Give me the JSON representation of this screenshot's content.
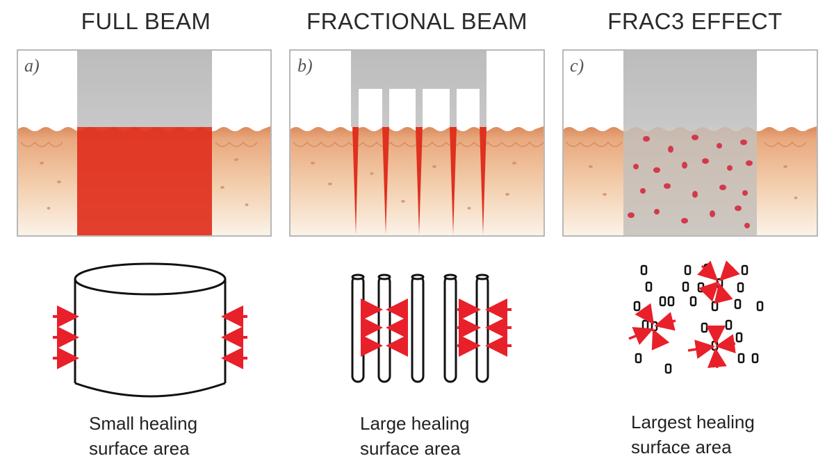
{
  "panels": [
    {
      "id": "a",
      "title": "FULL BEAM",
      "letter": "a)",
      "caption_line1": "Small healing",
      "caption_line2": "surface area"
    },
    {
      "id": "b",
      "title": "FRACTIONAL BEAM",
      "letter": "b)",
      "caption_line1": "Large healing",
      "caption_line2": "surface area"
    },
    {
      "id": "c",
      "title": "FRAC3 EFFECT",
      "letter": "c)",
      "caption_line1": "Largest healing",
      "caption_line2": "surface area"
    }
  ],
  "colors": {
    "beam_gray": "#bdbdbd",
    "laser_red": "#e0301e",
    "skin_top": "#e7a77e",
    "skin_bottom": "#f9ecdf",
    "arrow_red": "#e8202a",
    "outline": "#111111",
    "frame": "#9a9a9a"
  }
}
